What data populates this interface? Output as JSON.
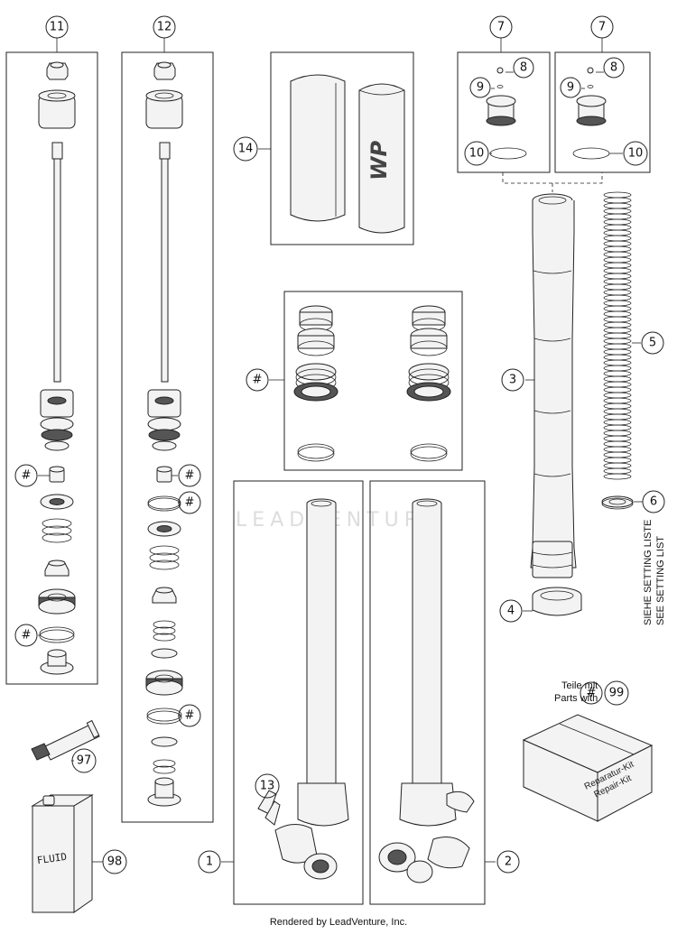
{
  "callouts": {
    "c1": "1",
    "c2": "2",
    "c3": "3",
    "c4": "4",
    "c5": "5",
    "c6": "6",
    "c7a": "7",
    "c7b": "7",
    "c8a": "8",
    "c8b": "8",
    "c9a": "9",
    "c9b": "9",
    "c10a": "10",
    "c10b": "10",
    "c11": "11",
    "c12": "12",
    "c13": "13",
    "c14": "14",
    "c97": "97",
    "c98": "98",
    "c99": "99",
    "hash": "#"
  },
  "labels": {
    "teile_mit": "Teile mit",
    "parts_with": "Parts with",
    "siehe_setting": "SIEHE SETTING LISTE",
    "see_setting": "SEE SETTING LIST",
    "fluid": "FLUID",
    "reparatur_kit": "Reparatur-Kit",
    "repair_kit": "Repair-Kit",
    "wp_logo": "WP",
    "watermark": "LEADVENTURE"
  },
  "footer": "Rendered by LeadVenture, Inc."
}
